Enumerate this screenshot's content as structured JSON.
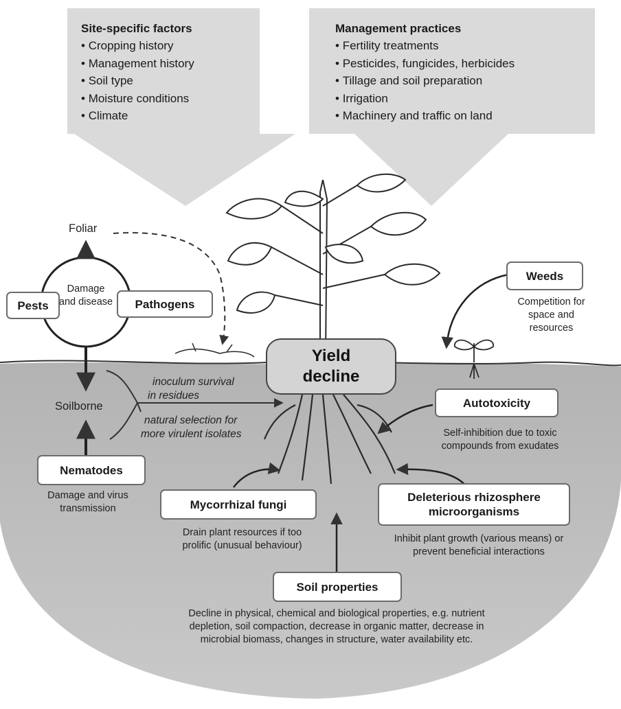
{
  "site_factors": {
    "title": "Site-specific factors",
    "items": [
      "Cropping history",
      "Management history",
      "Soil type",
      "Moisture conditions",
      "Climate"
    ]
  },
  "management": {
    "title": "Management practices",
    "items": [
      "Fertility treatments",
      "Pesticides, fungicides, herbicides",
      "Tillage and soil preparation",
      "Irrigation",
      "Machinery and traffic on land"
    ]
  },
  "center": {
    "line1": "Yield",
    "line2": "decline"
  },
  "cycle": {
    "foliar": "Foliar",
    "soilborne": "Soilborne",
    "center_text": "Damage and disease",
    "pests": "Pests",
    "pathogens": "Pathogens"
  },
  "residue_notes": {
    "inoculum_l1": "inoculum survival",
    "inoculum_l2": "in residues",
    "selection_l1": "natural selection for",
    "selection_l2": "more virulent isolates"
  },
  "weeds": {
    "label": "Weeds",
    "desc_l1": "Competition for",
    "desc_l2": "space and",
    "desc_l3": "resources"
  },
  "autotoxicity": {
    "label": "Autotoxicity",
    "desc_l1": "Self-inhibition due to toxic",
    "desc_l2": "compounds from exudates"
  },
  "nematodes": {
    "label": "Nematodes",
    "desc_l1": "Damage and virus",
    "desc_l2": "transmission"
  },
  "mycorrhizal": {
    "label": "Mycorrhizal fungi",
    "desc_l1": "Drain plant resources if too",
    "desc_l2": "prolific (unusual behaviour)"
  },
  "deleterious": {
    "label_l1": "Deleterious rhizosphere",
    "label_l2": "microorganisms",
    "desc_l1": "Inhibit plant growth (various means) or",
    "desc_l2": "prevent beneficial interactions"
  },
  "soil_properties": {
    "label": "Soil properties",
    "desc_l1": "Decline in physical, chemical and biological properties, e.g. nutrient",
    "desc_l2": "depletion, soil compaction, decrease in organic matter, decrease in",
    "desc_l3": "microbial biomass, changes in structure, water availability etc."
  },
  "colors": {
    "top_panel": "#d9d9d9",
    "soil": "#b8b8b8",
    "box_border": "#6b6b6b",
    "arrow": "#333333"
  }
}
